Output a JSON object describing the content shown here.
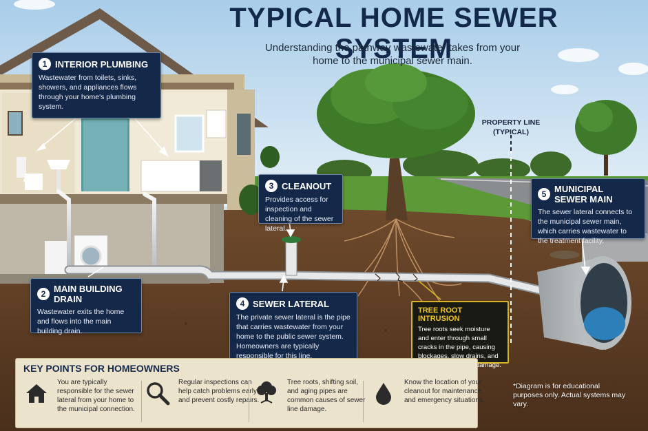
{
  "title": "TYPICAL HOME SEWER SYSTEM",
  "subtitle": "Understanding the pathway wastewater takes from your home to the municipal sewer main.",
  "callouts": [
    {
      "num": "1",
      "title": "INTERIOR PLUMBING",
      "text": "Wastewater from toilets, sinks, showers, and appliances flows through your home's plumbing system."
    },
    {
      "num": "2",
      "title": "MAIN BUILDING DRAIN",
      "text": "Wastewater exits the home and flows into the main building drain."
    },
    {
      "num": "3",
      "title": "CLEANOUT",
      "text": "Provides access for inspection and cleaning of the sewer lateral."
    },
    {
      "num": "4",
      "title": "SEWER LATERAL",
      "text": "The private sewer lateral is the pipe that carries wastewater from your home to the public sewer system. Homeowners are typically responsible for this line."
    },
    {
      "num": "5",
      "title": "MUNICIPAL SEWER MAIN",
      "text": "The sewer lateral connects to the municipal sewer main, which carries wastewater to the treatment facility."
    }
  ],
  "tree_root": {
    "title": "TREE ROOT INTRUSION",
    "text": "Tree roots seek moisture and enter through small cracks in the pipe, causing blockages, slow drains, and potential sewer line damage."
  },
  "property_line": {
    "line1": "PROPERTY LINE",
    "line2": "(TYPICAL)"
  },
  "key_points": {
    "title": "KEY POINTS FOR HOMEOWNERS",
    "items": [
      {
        "icon": "house-icon",
        "text": "You are typically responsible for the sewer lateral from your home to the municipal connection."
      },
      {
        "icon": "magnifier-icon",
        "text": "Regular inspections can help catch problems early and prevent costly repairs."
      },
      {
        "icon": "tree-icon",
        "text": "Tree roots, shifting soil, and aging pipes are common causes of sewer line damage."
      },
      {
        "icon": "water-drop-icon",
        "text": "Know the location of your cleanout for maintenance and emergency situations."
      }
    ]
  },
  "disclaimer": "*Diagram is for educational purposes only. Actual systems may vary.",
  "colors": {
    "navy": "#14284a",
    "accent_yellow": "#d8b323",
    "soil": "#5a3a22",
    "grass": "#4f8a2e",
    "pipe": "#e3e5e6"
  }
}
